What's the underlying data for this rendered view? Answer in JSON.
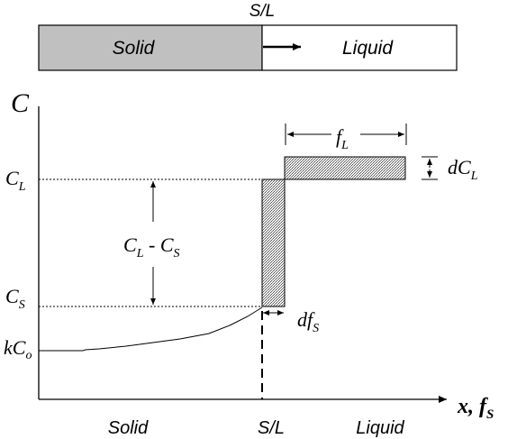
{
  "top_bar": {
    "interface_label": "S/L",
    "solid_label": "Solid",
    "liquid_label": "Liquid"
  },
  "plot": {
    "y_axis_label": "C",
    "x_axis_label_main": "x, f",
    "x_axis_label_sub": "S",
    "bottom_labels": {
      "solid": "Solid",
      "interface": "S/L",
      "liquid": "Liquid"
    },
    "levels": {
      "cl_main": "C",
      "cl_sub": "L",
      "cs_main": "C",
      "cs_sub": "S",
      "kco_main": "kC",
      "kco_sub": "o"
    },
    "annotations": {
      "difference_c1": "C",
      "difference_c1_sub": "L",
      "difference_sep": " - ",
      "difference_c2": "C",
      "difference_c2_sub": "S",
      "fl_main": "f",
      "fl_sub": "L",
      "dcl_main": "dC",
      "dcl_sub": "L",
      "dfs_main": "df",
      "dfs_sub": "S"
    }
  },
  "colors": {
    "solid_fill": "#c0c0c0",
    "hatch": "#555555",
    "line": "#000000"
  }
}
